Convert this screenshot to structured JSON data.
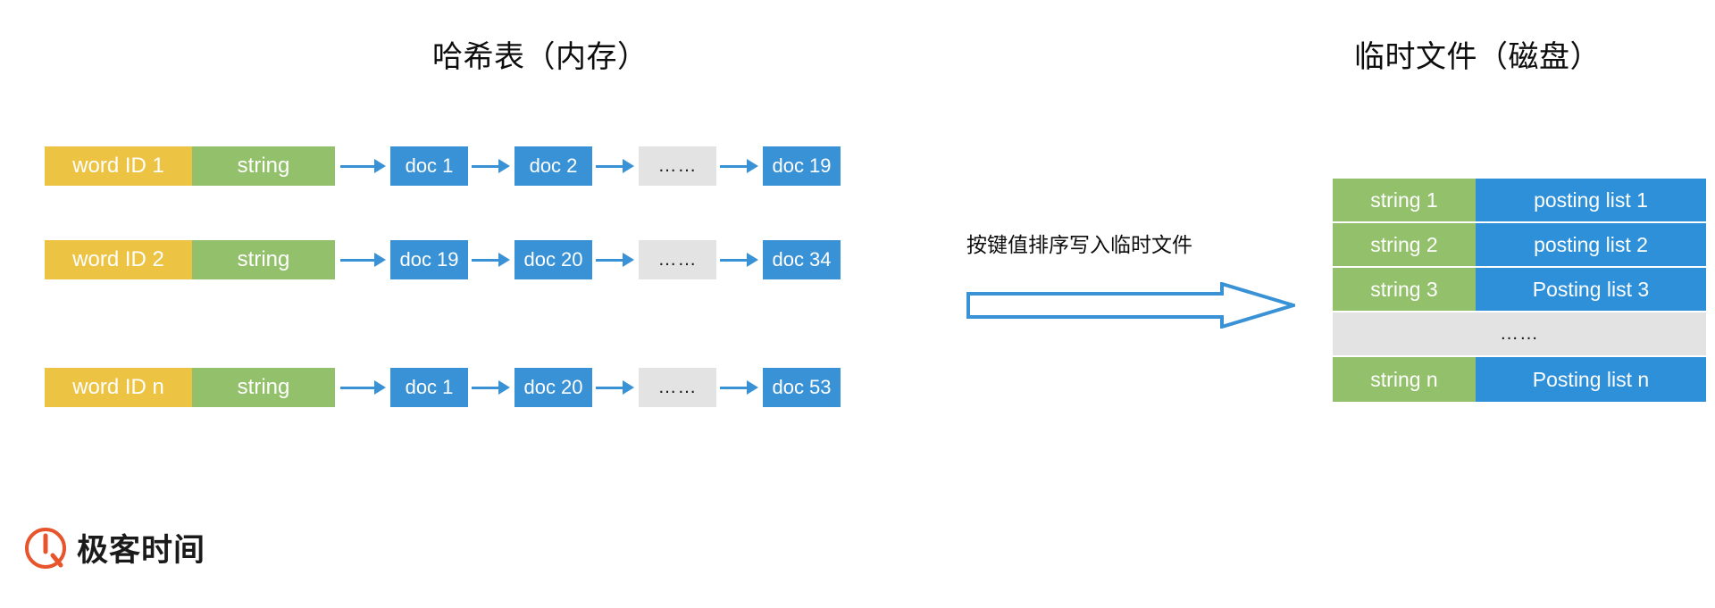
{
  "titles": {
    "left": "哈希表（内存）",
    "right": "临时文件（磁盘）"
  },
  "hash_table": {
    "rows": [
      {
        "word_id": "word ID 1",
        "string": "string",
        "docs": [
          "doc 1",
          "doc 2",
          "……",
          "doc 19"
        ]
      },
      {
        "word_id": "word ID 2",
        "string": "string",
        "docs": [
          "doc 19",
          "doc 20",
          "……",
          "doc 34"
        ]
      },
      {
        "word_id": "word ID n",
        "string": "string",
        "docs": [
          "doc 1",
          "doc 20",
          "……",
          "doc 53"
        ]
      }
    ]
  },
  "transfer": {
    "label": "按键值排序写入临时文件",
    "arrow_icon": "block-arrow-right-icon",
    "arrow_color": "#3a92d6"
  },
  "disk_table": {
    "rows": [
      {
        "key": "string 1",
        "value": "posting list 1",
        "type": "data"
      },
      {
        "key": "string 2",
        "value": "posting list 2",
        "type": "data"
      },
      {
        "key": "string 3",
        "value": "Posting list 3",
        "type": "data"
      },
      {
        "key": "……",
        "value": "",
        "type": "ellipsis"
      },
      {
        "key": "string n",
        "value": "Posting list n",
        "type": "data"
      }
    ]
  },
  "logo": {
    "text": "极客时间",
    "mark": "geekbang-logo-icon",
    "color": "#e8552d"
  },
  "colors": {
    "word_id": "#ecc343",
    "string": "#93c06a",
    "doc": "#3a92d6",
    "ellipsis": "#e3e3e3",
    "posting": "#2e90d9",
    "background": "#ffffff"
  }
}
